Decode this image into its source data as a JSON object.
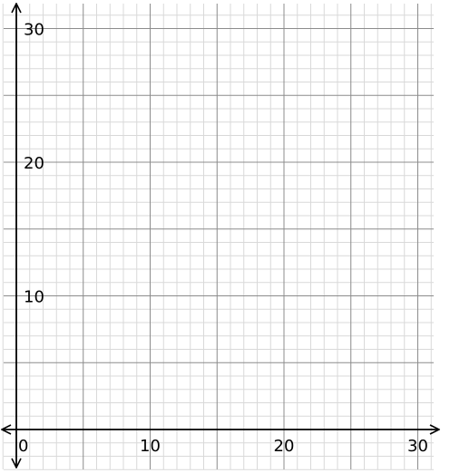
{
  "chart_data": {
    "type": "scatter",
    "title": "",
    "xlabel": "",
    "ylabel": "",
    "xlim": [
      -1,
      31
    ],
    "ylim": [
      -3,
      31
    ],
    "x_ticks": [
      0,
      10,
      20,
      30
    ],
    "y_ticks": [
      10,
      20,
      30
    ],
    "x_tick_labels": [
      "0",
      "10",
      "20",
      "30"
    ],
    "y_tick_labels": [
      "10",
      "20",
      "30"
    ],
    "grid": true,
    "minor_grid_step": 1,
    "major_grid_step": 5,
    "series": []
  },
  "colors": {
    "minor_grid": "#d9d9d9",
    "major_grid": "#8c8c8c",
    "axis": "#000000"
  }
}
